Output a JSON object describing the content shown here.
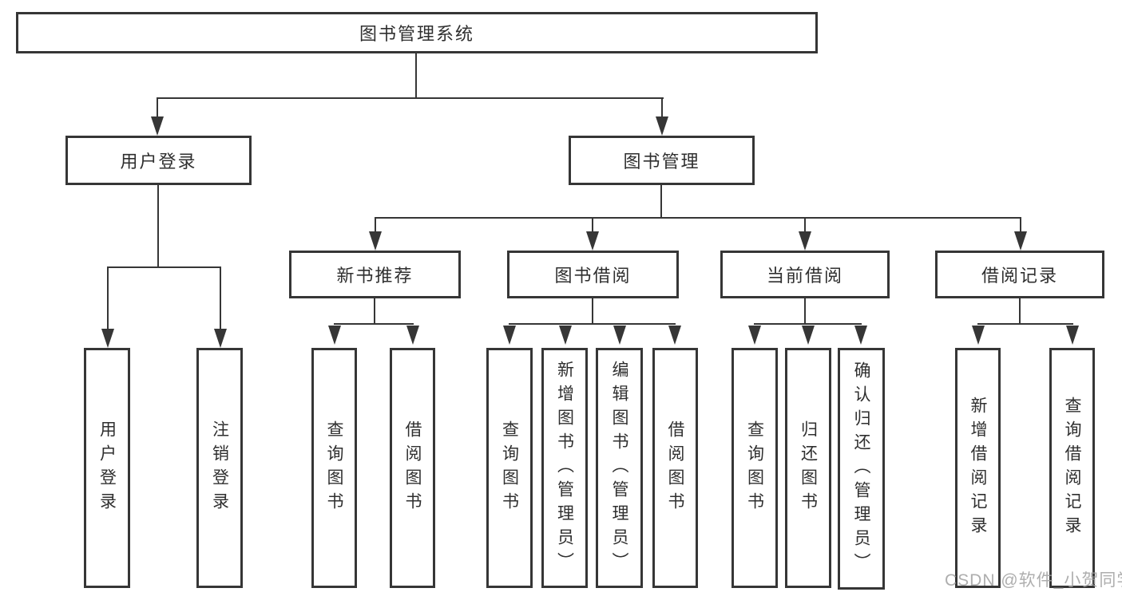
{
  "colors": {
    "line": "#363636",
    "text": "#2f2f2f",
    "box_background": "#ffffff",
    "watermark": "#a0a0a0"
  },
  "watermark": {
    "text": "CSDN @软件_小贺同学"
  },
  "tree": {
    "root": {
      "label": "图书管理系统"
    },
    "branches": [
      {
        "label": "用户登录",
        "children": [
          {
            "label": "用户登录"
          },
          {
            "label": "注销登录"
          }
        ]
      },
      {
        "label": "图书管理",
        "children": [
          {
            "label": "新书推荐",
            "children": [
              {
                "label": "查询图书"
              },
              {
                "label": "借阅图书"
              }
            ]
          },
          {
            "label": "图书借阅",
            "children": [
              {
                "label": "查询图书"
              },
              {
                "label": "新增图书（管理员）"
              },
              {
                "label": "编辑图书（管理员）"
              },
              {
                "label": "借阅图书"
              }
            ]
          },
          {
            "label": "当前借阅",
            "children": [
              {
                "label": "查询图书"
              },
              {
                "label": "归还图书"
              },
              {
                "label": "确认归还（管理员）"
              }
            ]
          },
          {
            "label": "借阅记录",
            "children": [
              {
                "label": "新增借阅记录"
              },
              {
                "label": "查询借阅记录"
              }
            ]
          }
        ]
      }
    ]
  }
}
